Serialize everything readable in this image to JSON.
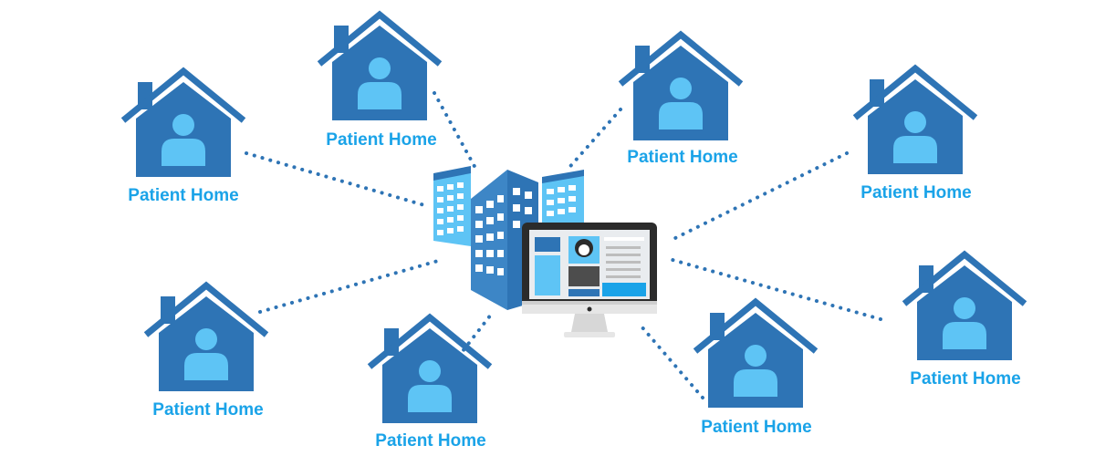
{
  "colors": {
    "house": "#2e74b5",
    "person": "#5ec4f5",
    "label": "#1aa3e8",
    "connector": "#2e74b5",
    "building_dark": "#2e74b5",
    "building_light": "#5ec4f5",
    "monitor_frame": "#2b2b2b",
    "monitor_stand": "#e6e6e6"
  },
  "hub": {
    "buildings_icon": "hospital-buildings-icon",
    "monitor_icon": "patient-record-monitor-icon"
  },
  "houses": [
    {
      "id": "house-1",
      "label": "Patient Home",
      "icon": "patient-home-icon"
    },
    {
      "id": "house-2",
      "label": "Patient Home",
      "icon": "patient-home-icon"
    },
    {
      "id": "house-3",
      "label": "Patient Home",
      "icon": "patient-home-icon"
    },
    {
      "id": "house-4",
      "label": "Patient Home",
      "icon": "patient-home-icon"
    },
    {
      "id": "house-5",
      "label": "Patient Home",
      "icon": "patient-home-icon"
    },
    {
      "id": "house-6",
      "label": "Patient Home",
      "icon": "patient-home-icon"
    },
    {
      "id": "house-7",
      "label": "Patient Home",
      "icon": "patient-home-icon"
    },
    {
      "id": "house-8",
      "label": "Patient Home",
      "icon": "patient-home-icon"
    }
  ]
}
